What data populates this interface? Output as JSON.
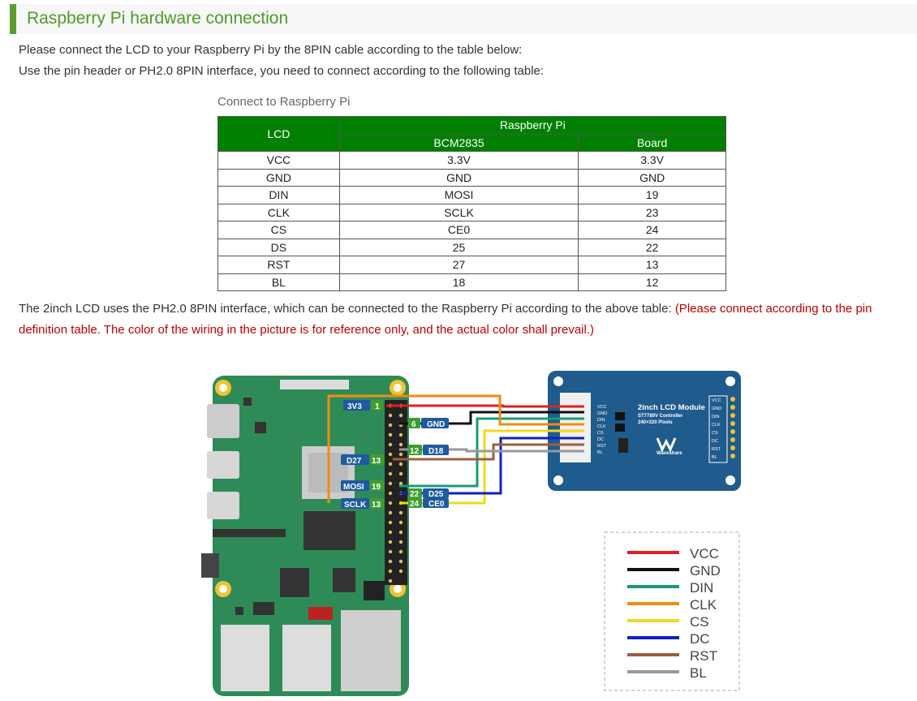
{
  "heading": "Raspberry Pi hardware connection",
  "intro": [
    "Please connect the LCD to your Raspberry Pi by the 8PIN cable according to the table below:",
    "Use the pin header or PH2.0 8PIN interface, you need to connect according to the following table:"
  ],
  "table": {
    "caption": "Connect to Raspberry Pi",
    "header_lcd": "LCD",
    "header_group": "Raspberry Pi",
    "header_bcm": "BCM2835",
    "header_board": "Board",
    "rows": [
      [
        "VCC",
        "3.3V",
        "3.3V"
      ],
      [
        "GND",
        "GND",
        "GND"
      ],
      [
        "DIN",
        "MOSI",
        "19"
      ],
      [
        "CLK",
        "SCLK",
        "23"
      ],
      [
        "CS",
        "CE0",
        "24"
      ],
      [
        "DS",
        "25",
        "22"
      ],
      [
        "RST",
        "27",
        "13"
      ],
      [
        "BL",
        "18",
        "12"
      ]
    ]
  },
  "note": {
    "text": "The 2inch LCD uses the PH2.0 8PIN interface, which can be connected to the Raspberry Pi according to the above table: ",
    "red": "(Please connect according to the pin definition table. The color of the wiring in the picture is for reference only, and the actual color shall prevail.)"
  },
  "diagram": {
    "pi_labels": {
      "v33": "3V3",
      "pin1": "1",
      "pin6": "6",
      "gnd": "GND",
      "pin12": "12",
      "d18": "D18",
      "d27": "D27",
      "pin13a": "13",
      "mosi": "MOSI",
      "pin19": "19",
      "pin22": "22",
      "d25": "D25",
      "sclk": "SCLK",
      "pin13b": "13",
      "pin24": "24",
      "ce0": "CE0"
    },
    "module": {
      "title": "2inch LCD Module",
      "controller": "ST7789V Controller",
      "pixels": "240×320 Pixels",
      "brand": "Waveshare",
      "left_pins": [
        "VCC",
        "GND",
        "DIN",
        "CLK",
        "CS",
        "DC",
        "RST",
        "BL"
      ],
      "right_pins": [
        "VCC",
        "GND",
        "DIN",
        "CLK",
        "CS",
        "DC",
        "RST",
        "BL"
      ]
    },
    "legend": [
      {
        "label": "VCC",
        "color": "#e02020"
      },
      {
        "label": "GND",
        "color": "#111111"
      },
      {
        "label": "DIN",
        "color": "#1a9a7a"
      },
      {
        "label": "CLK",
        "color": "#f08c10"
      },
      {
        "label": "CS",
        "color": "#f2d820"
      },
      {
        "label": "DC",
        "color": "#1020c0"
      },
      {
        "label": "RST",
        "color": "#9a6040"
      },
      {
        "label": "BL",
        "color": "#999999"
      }
    ],
    "colors": {
      "board": "#2e8b57",
      "module": "#1f5b8c",
      "label_blue": "#1e5aa0",
      "label_green": "#3d9e2e"
    }
  }
}
